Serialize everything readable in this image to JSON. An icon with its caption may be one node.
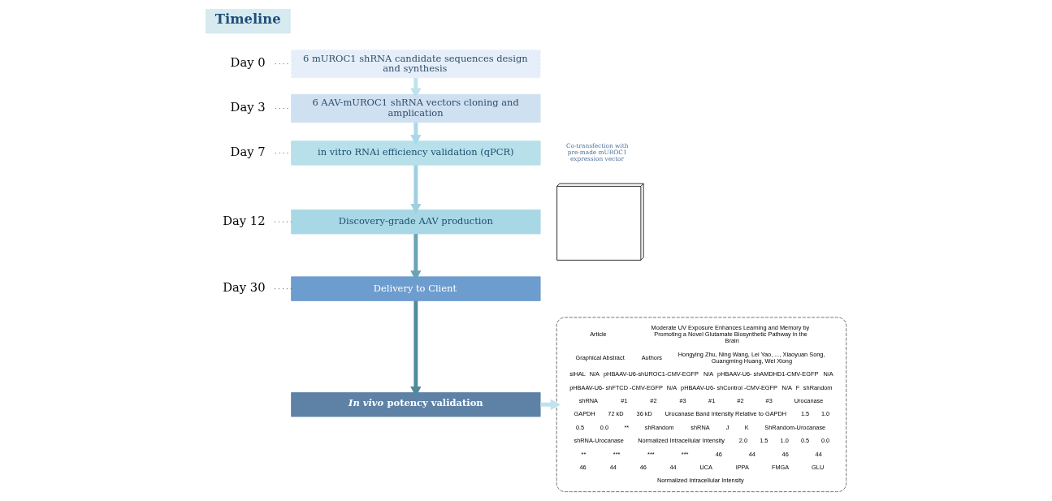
{
  "diagram": {
    "nodes": [
      {
        "text": [
          "Timeline"
        ]
      },
      {
        "text": [
          "Day 0"
        ]
      },
      {
        "text": [
          "Day 3"
        ]
      },
      {
        "text": [
          "Day 7"
        ]
      },
      {
        "text": [
          "Day 12"
        ]
      },
      {
        "text": [
          "Day 30"
        ]
      },
      {
        "text": [
          "6 mUROC1 shRNA candidate sequences design and synthesis"
        ]
      },
      {
        "text": [
          "6 AAV-mUROC1 shRNA vectors cloning and amplication"
        ]
      },
      {
        "text": [
          "in vitro RNAi efficiency validation (qPCR)"
        ]
      },
      {
        "text": [
          "Discovery-grade AAV production"
        ]
      },
      {
        "text": [
          "Delivery to Client"
        ]
      },
      {
        "text": [
          "*In vivo* potency validation"
        ]
      },
      {
        "text": [],
        "shape": "picture"
      },
      {
        "text": [
          "Article",
          "Moderate UV Exposure Enhances Learning and Memory by Promoting a Novel Glutamate Biosynthetic Pathway in the Brain",
          "Graphical Abstract",
          "Authors",
          "Hongying Zhu, Ning Wang, Lei Yao, ..., Xiaoyuan Song, Guangming Huang, Wei Xiong",
          "siHAL",
          "N/A",
          "pHBAAV-U6-shUROC1-CMV-EGFP",
          "N/A",
          "pHBAAV-U6- shAMDHD1-CMV-EGFP",
          "N/A",
          "pHBAAV-U6- shFTCD -CMV-EGFP",
          "N/A",
          "pHBAAV-U6- shControl -CMV-EGFP",
          "N/A",
          "F",
          "shRandom",
          "shRNA",
          "#1",
          "#2",
          "#3",
          "#1",
          "#2",
          "#3",
          "Urocanase",
          "GAPDH",
          "72 kD",
          "36 kD",
          "Urocanase Band Intensity Relative to GAPDH",
          "1.5",
          "1.0",
          "0.5",
          "0.0",
          "**",
          "shRandom",
          "shRNA",
          "J",
          "K",
          "ShRandom-Urocanase",
          "shRNA-Urocanase",
          "Normalized Intracellular Intensity",
          "2.0",
          "1.5",
          "1.0",
          "0.5",
          "0.0",
          "**",
          "***",
          "***",
          "***",
          "46",
          "44",
          "46",
          "44",
          "46",
          "44",
          "46",
          "44",
          "UCA",
          "IPPA",
          "FMGA",
          "GLU",
          "Normalized Intracellular Intensity"
        ]
      }
    ],
    "edges": [
      {
        "from": 1,
        "to": 6,
        "arrow": "none",
        "style": "dashed"
      },
      {
        "from": 2,
        "to": 7,
        "arrow": "none",
        "style": "dashed"
      },
      {
        "from": 3,
        "to": 8,
        "arrow": "none",
        "style": "dashed"
      },
      {
        "from": 4,
        "to": 9,
        "arrow": "none",
        "style": "dashed"
      },
      {
        "from": 5,
        "to": 10,
        "arrow": "none",
        "style": "dashed"
      },
      {
        "from": 6,
        "to": 7,
        "arrow": "to",
        "color": "#bfe3ee"
      },
      {
        "from": 7,
        "to": 8,
        "arrow": "to",
        "color": "#a9d8e6"
      },
      {
        "from": 8,
        "to": 9,
        "arrow": "to",
        "color": "#9fd0e0"
      },
      {
        "from": 9,
        "to": 10,
        "arrow": "to",
        "color": "#6aa3b8"
      },
      {
        "from": 10,
        "to": 11,
        "arrow": "to",
        "color": "#4f8a9e"
      },
      {
        "from": 11,
        "to": 13,
        "arrow": "to",
        "color": "#bfe3ee"
      }
    ],
    "labels": [
      "Co-transfection with pre-made mUROC1 expression vector"
    ]
  }
}
